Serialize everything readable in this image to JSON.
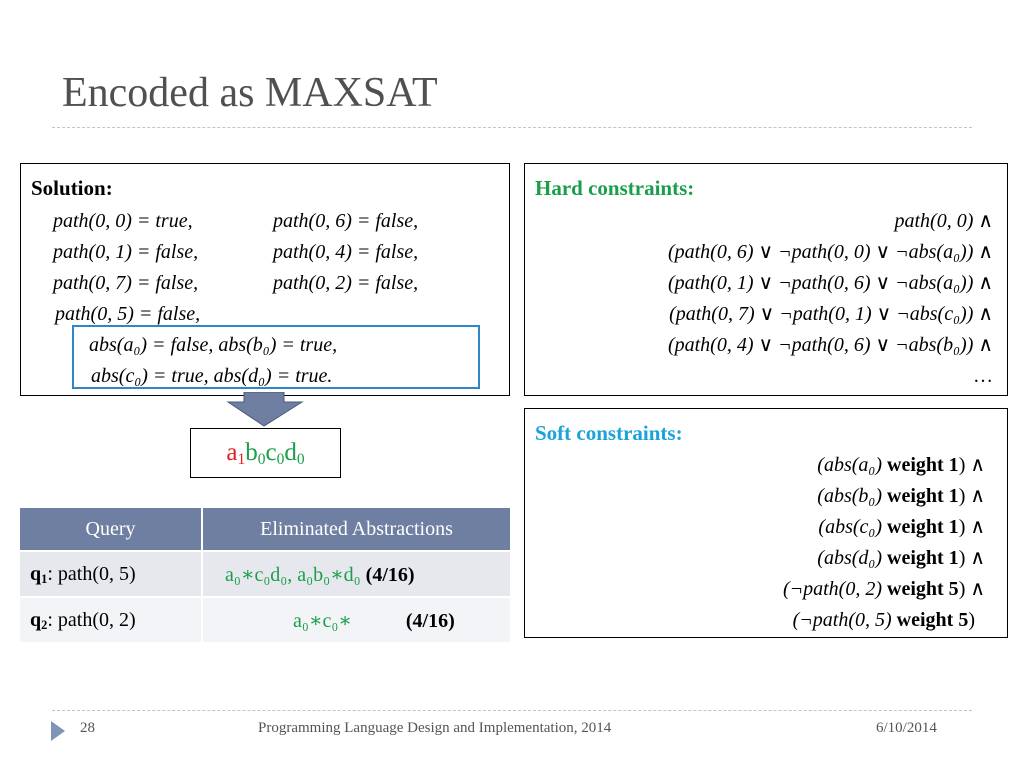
{
  "title": "Encoded as MAXSAT",
  "solution": {
    "heading": "Solution:",
    "rows": [
      [
        "path(0, 0) = true,",
        "path(0, 6) = false,"
      ],
      [
        "path(0, 1) = false,",
        "path(0, 4) = false,"
      ],
      [
        "path(0, 7) = false,",
        "path(0, 2) = false,"
      ],
      [
        "path(0, 5) = false,",
        ""
      ]
    ],
    "abs_lines": [
      "abs(a₀) = false, abs(b₀) = true,",
      "abs(c₀) = true, abs(d₀) = true."
    ]
  },
  "result": {
    "a": "a",
    "a_sub": "1",
    "b": "b",
    "b_sub": "0",
    "c": "c",
    "c_sub": "0",
    "d": "d",
    "d_sub": "0"
  },
  "hard": {
    "heading": "Hard constraints:",
    "lines": [
      "path(0, 0) ∧",
      "(path(0, 6) ∨ ¬path(0, 0) ∨ ¬abs(a₀)) ∧",
      "(path(0, 1) ∨ ¬path(0, 6) ∨ ¬abs(a₀)) ∧",
      "(path(0, 7) ∨ ¬path(0, 1) ∨ ¬abs(c₀)) ∧",
      "(path(0, 4) ∨ ¬path(0, 6) ∨ ¬abs(b₀)) ∧",
      "…"
    ]
  },
  "soft": {
    "heading": "Soft constraints:",
    "lines": [
      {
        "pre": "(abs(a₀) ",
        "w": "weight 1",
        "post": ") ∧"
      },
      {
        "pre": "(abs(b₀) ",
        "w": "weight 1",
        "post": ") ∧"
      },
      {
        "pre": "(abs(c₀) ",
        "w": "weight 1",
        "post": ") ∧"
      },
      {
        "pre": "(abs(d₀) ",
        "w": "weight 1",
        "post": ") ∧"
      },
      {
        "pre": "(¬path(0, 2) ",
        "w": "weight 5",
        "post": ") ∧"
      },
      {
        "pre": "(¬path(0, 5) ",
        "w": "weight 5",
        "post": ")"
      }
    ]
  },
  "table": {
    "headers": [
      "Query",
      "Eliminated Abstractions"
    ],
    "rows": [
      {
        "q": "q",
        "q_sub": "1",
        "q_rest": ": path(0, 5)",
        "elim": "a₀∗c₀d₀,   a₀b₀∗d₀",
        "count": "(4/16)"
      },
      {
        "q": "q",
        "q_sub": "2",
        "q_rest": ": path(0, 2)",
        "elim": "a₀∗c₀∗",
        "count": "(4/16)"
      }
    ]
  },
  "footer": {
    "page": "28",
    "center": "Programming Language Design and Implementation, 2014",
    "date": "6/10/2014"
  },
  "colors": {
    "accent_green": "#1a9e4a",
    "accent_cyan": "#1aa3d9",
    "highlight_red": "#e02020",
    "table_header": "#6f7fa1",
    "arrow": "#6f7fa1",
    "abs_box_border": "#2e86c8"
  }
}
